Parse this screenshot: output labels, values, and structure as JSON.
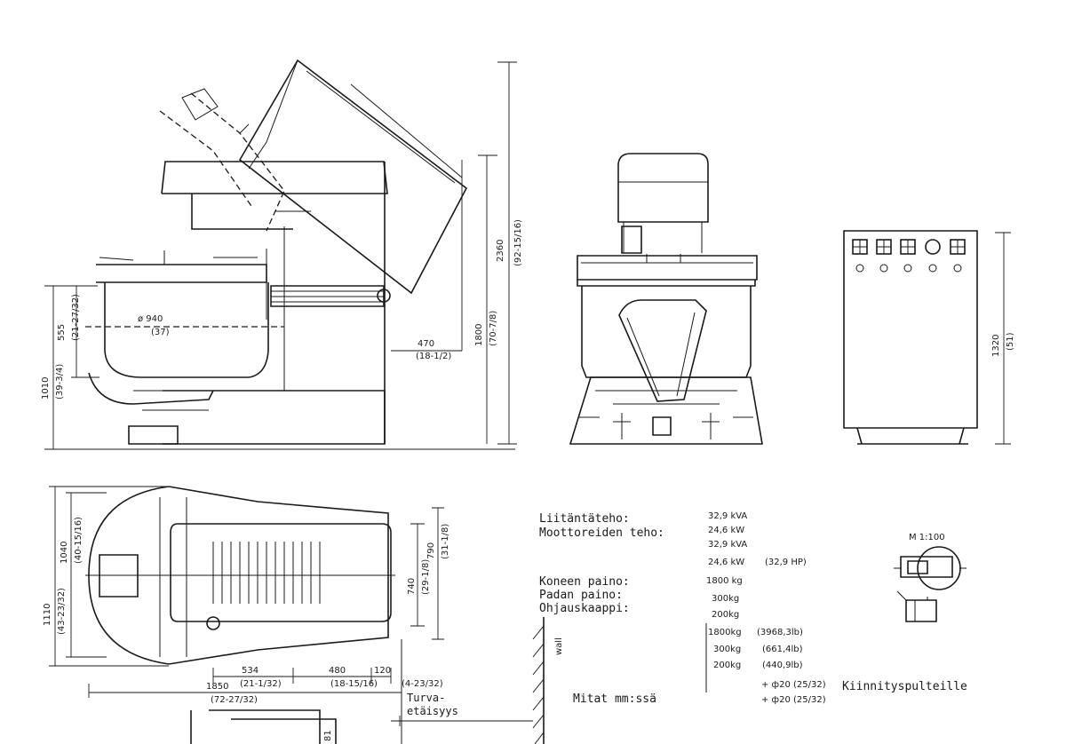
{
  "dimensions": {
    "height_2360": "2360",
    "height_2360_in": "(92-15/16)",
    "height_1800": "1800",
    "height_1800_in": "(70-7/8)",
    "reach_470": "470",
    "reach_470_in": "(18-1/2)",
    "height_1010": "1010",
    "height_1010_in": "(39-3/4)",
    "bowl_555": "555",
    "bowl_555_in": "(21-27/32)",
    "bowl_dia": "ø 940",
    "bowl_dia_in": "(37)",
    "cab_height": "1320",
    "cab_height_in": "(51)",
    "plan_1040": "1040",
    "plan_1040_in": "(40-15/16)",
    "plan_1110": "1110",
    "plan_1110_in": "(43-23/32)",
    "plan_740": "740",
    "plan_740_in": "(29-1/8)",
    "plan_790": "790",
    "plan_790_in": "(31-1/8)",
    "plan_534": "534",
    "plan_534_in": "(21-1/32)",
    "plan_480": "480",
    "plan_480_in": "(18-15/16)",
    "plan_120": "120",
    "plan_120_in": "(4-23/32)",
    "plan_1850": "1850",
    "plan_1850_in": "(72-27/32)",
    "bottom_81": "81"
  },
  "notes": {
    "safety_1": "Turva-",
    "safety_2": "etäisyys",
    "wall": "wall",
    "units": "Mitat mm:ssä",
    "scale": "M 1:100",
    "bolts": "Kiinnityspulteille",
    "bolt_1": "+ ф20 (25/32)",
    "bolt_2": "+ ф20 (25/32)"
  },
  "specs": {
    "labels": [
      "Liitäntäteho:",
      "Moottoreiden teho:",
      "Koneen paino:",
      "Padan paino:",
      "Ohjauskaappi:"
    ],
    "hand_values": [
      "32,9 kVA",
      "24,6 kW",
      "32,9 kVA",
      "24,6 kW",
      "(32,9 HP)",
      "1800 kg",
      "300kg",
      "200kg"
    ],
    "weights": [
      "1800kg",
      "300kg",
      "200kg"
    ],
    "weights_lb": [
      "(3968,3lb)",
      "(661,4lb)",
      "(440,9lb)"
    ]
  }
}
